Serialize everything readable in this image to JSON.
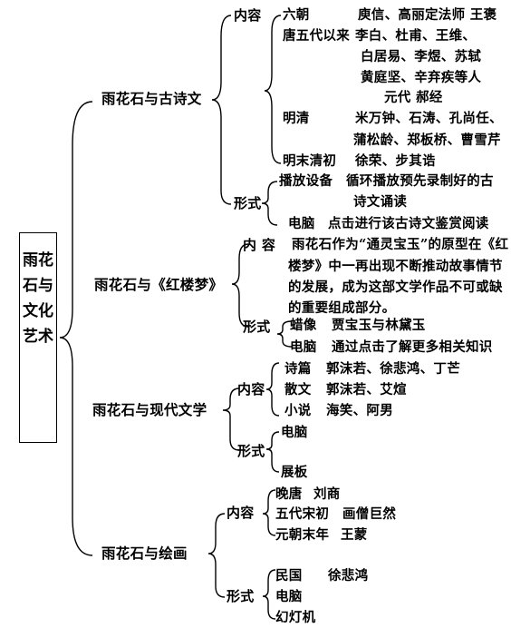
{
  "root": "雨花石与文化艺术",
  "poetry": {
    "title": "雨花石与古诗文",
    "content_label": "内容",
    "form_label": "形式",
    "content": [
      {
        "era": "六朝",
        "names": "庾信、高丽定法师  王褒"
      },
      {
        "era": "唐五代以来",
        "names": "李白、杜甫、王维、"
      },
      {
        "cont": "白居易、李煜、苏轼"
      },
      {
        "cont": "黄庭坚、辛弃疾等人"
      },
      {
        "cont": "元代          郝经"
      },
      {
        "era": "明清",
        "names": "米万钟、石涛、孔尚任、"
      },
      {
        "cont": "蒲松龄、郑板桥、曹雪芹"
      },
      {
        "era": "明末清初",
        "names": "徐荣、步其诰"
      }
    ],
    "forms": [
      {
        "name": "播放设备",
        "desc": "循环播放预先录制好的古"
      },
      {
        "cont": "诗文诵读"
      },
      {
        "name": "电脑",
        "desc": "点击进行该古诗文鉴赏阅读"
      }
    ]
  },
  "hlm": {
    "title": "雨花石与《红楼梦》",
    "content_label": "内 容",
    "form_label": "形式",
    "content_lines": [
      "雨花石作为“通灵宝玉”的原型在《红",
      "楼梦》中一再出现不断推动故事情节",
      "的发展，成为这部文学作品不可或缺",
      "的重要组成部分。"
    ],
    "forms": [
      {
        "name": "蜡像",
        "desc": "贾宝玉与林黛玉"
      },
      {
        "name": "电脑",
        "desc": "通过点击了解更多相关知识"
      }
    ]
  },
  "modern": {
    "title": "雨花石与现代文学",
    "content_label": "内容",
    "form_label": "形式",
    "content": [
      {
        "genre": "诗篇",
        "names": "郭沫若、徐悲鸿、丁芒"
      },
      {
        "genre": "散文",
        "names": "郭沫若、艾煊"
      },
      {
        "genre": "小说",
        "names": "海笑、阿男"
      }
    ],
    "forms": [
      "电脑",
      "展板"
    ]
  },
  "painting": {
    "title": "雨花石与绘画",
    "content_label": "内容",
    "form_label": "形式",
    "content": [
      {
        "era": "晚唐",
        "names": "刘商"
      },
      {
        "era": "五代宋初",
        "names": "画僧巨然"
      },
      {
        "era": "元朝末年",
        "names": "王蒙"
      }
    ],
    "forms": [
      {
        "name": "民国",
        "desc": "徐悲鸿"
      },
      {
        "name": "电脑",
        "desc": ""
      },
      {
        "name": "幻灯机",
        "desc": ""
      }
    ]
  }
}
